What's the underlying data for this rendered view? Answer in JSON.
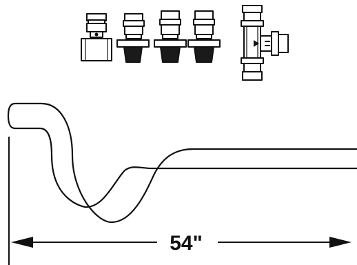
{
  "dimension": {
    "label": "54\""
  },
  "colors": {
    "line": "#111111",
    "fill_light": "#ffffff",
    "fill_dark": "#1a1a1a",
    "fill_gray": "#d9d9d9"
  },
  "parts": [
    {
      "name": "female-adapter",
      "icon": "female-adapter-icon"
    },
    {
      "name": "male-adapter-1",
      "icon": "male-adapter-icon"
    },
    {
      "name": "male-adapter-2",
      "icon": "male-adapter-icon"
    },
    {
      "name": "male-adapter-3",
      "icon": "male-adapter-icon"
    },
    {
      "name": "tee-fitting",
      "icon": "tee-fitting-icon"
    }
  ]
}
